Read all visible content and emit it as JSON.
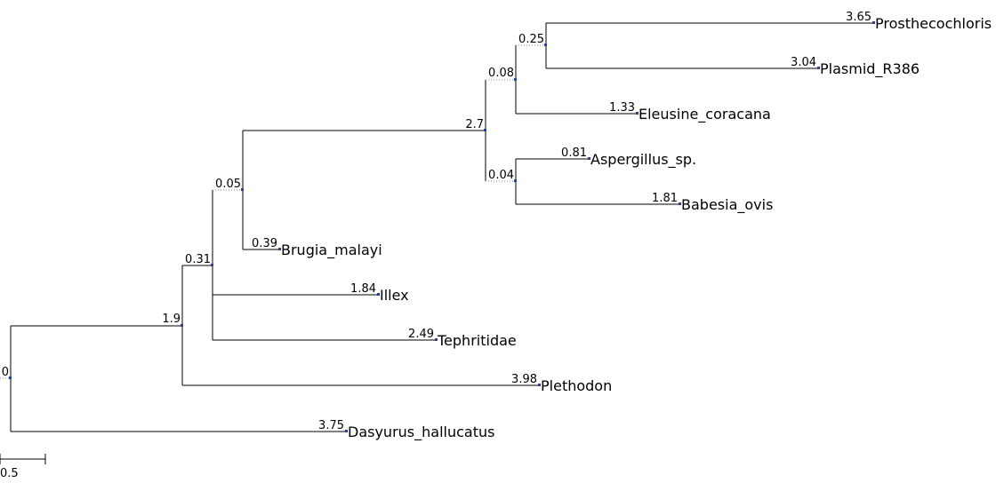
{
  "tree": {
    "nodes": [
      {
        "id": "root",
        "label": "0",
        "children": [
          "n1",
          "Dasyurus_hallucatus"
        ]
      },
      {
        "id": "n1",
        "label": "1.9",
        "children": [
          "n2",
          "Plethodon"
        ]
      },
      {
        "id": "n2",
        "label": "0.31",
        "children": [
          "n3",
          "Illex",
          "Tephritidae"
        ]
      },
      {
        "id": "n3",
        "label": "0.05",
        "children": [
          "n4",
          "Brugia_malayi"
        ]
      },
      {
        "id": "n4",
        "label": "2.7",
        "children": [
          "n5",
          "n7"
        ]
      },
      {
        "id": "n5",
        "label": "0.08",
        "children": [
          "n6",
          "Eleusine_coracana"
        ]
      },
      {
        "id": "n6",
        "label": "0.25",
        "children": [
          "Prosthecochloris",
          "Plasmid_R386"
        ]
      },
      {
        "id": "n7",
        "label": "0.04",
        "children": [
          "Aspergillus_sp.",
          "Babesia_ovis"
        ]
      },
      {
        "id": "Prosthecochloris",
        "label": "3.65",
        "name": "Prosthecochloris"
      },
      {
        "id": "Plasmid_R386",
        "label": "3.04",
        "name": "Plasmid_R386"
      },
      {
        "id": "Eleusine_coracana",
        "label": "1.33",
        "name": "Eleusine_coracana"
      },
      {
        "id": "Aspergillus_sp.",
        "label": "0.81",
        "name": "Aspergillus_sp."
      },
      {
        "id": "Babesia_ovis",
        "label": "1.81",
        "name": "Babesia_ovis"
      },
      {
        "id": "Brugia_malayi",
        "label": "0.39",
        "name": "Brugia_malayi"
      },
      {
        "id": "Illex",
        "label": "1.84",
        "name": "Illex"
      },
      {
        "id": "Tephritidae",
        "label": "2.49",
        "name": "Tephritidae"
      },
      {
        "id": "Plethodon",
        "label": "3.98",
        "name": "Plethodon"
      },
      {
        "id": "Dasyurus_hallucatus",
        "label": "3.75",
        "name": "Dasyurus_hallucatus"
      }
    ]
  },
  "scale_bar": {
    "label": "0.5"
  },
  "colors": {
    "branch": "#000000",
    "node": "#2a3f9a",
    "background": "#ffffff"
  }
}
